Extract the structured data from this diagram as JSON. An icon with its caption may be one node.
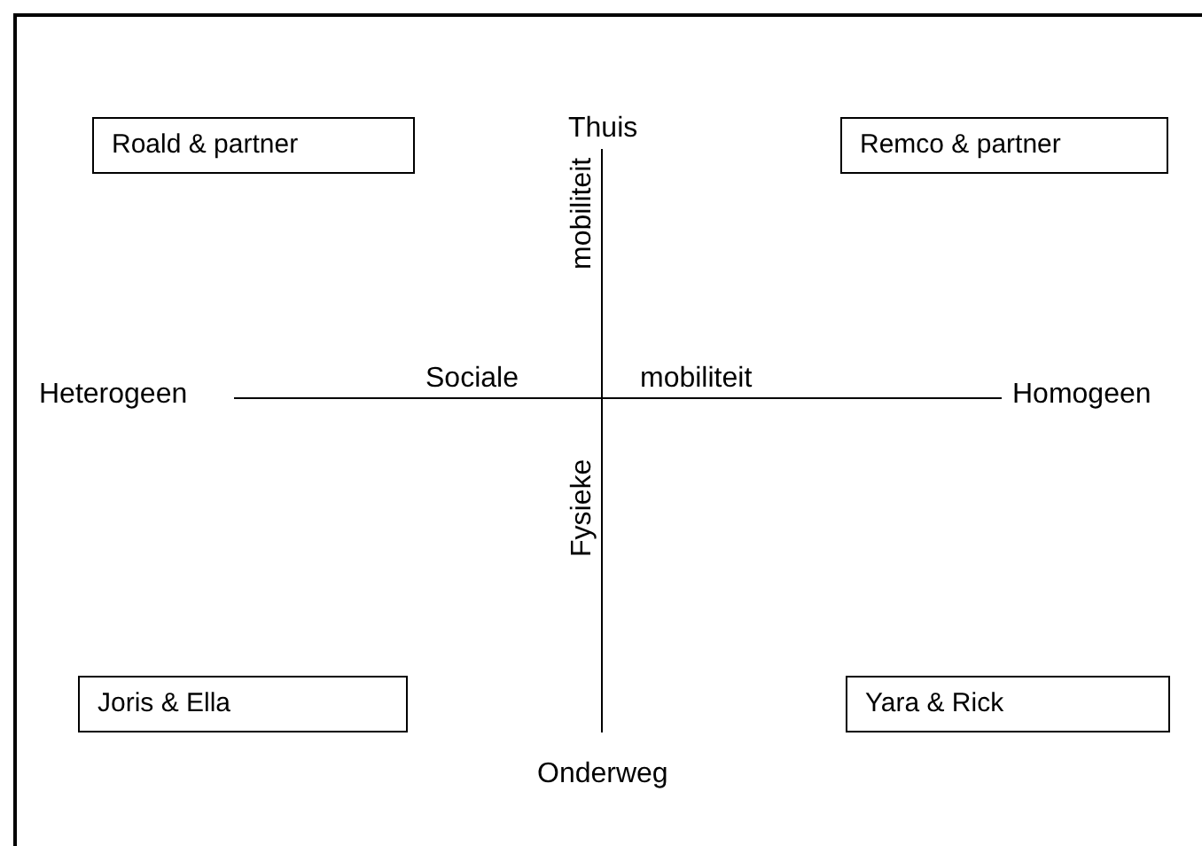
{
  "diagram": {
    "nodes": [
      {
        "text": [
          "Roald & partner"
        ]
      },
      {
        "text": [
          "Remco & partner"
        ]
      },
      {
        "text": [
          "Joris & Ella"
        ]
      },
      {
        "text": [
          "Yara & Rick"
        ]
      }
    ],
    "labels": [
      "Thuis",
      "mobiliteit",
      "Heterogeen",
      "Sociale",
      "mobiliteit",
      "Homogeen",
      "Fysieke",
      "Onderweg"
    ]
  }
}
